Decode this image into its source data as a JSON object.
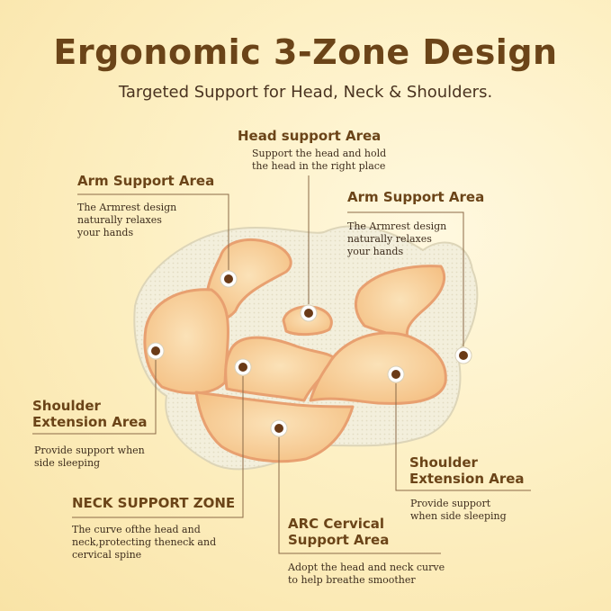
{
  "header": {
    "title": "Ergonomic 3-Zone Design",
    "subtitle": "Targeted Support for Head, Neck & Shoulders."
  },
  "callouts": {
    "head": {
      "title": "Head support Area",
      "lines": [
        "Support the head and hold",
        "the head in the right place"
      ]
    },
    "arm_left": {
      "title": "Arm Support Area",
      "lines": [
        "The Armrest design",
        "naturally relaxes",
        "your hands"
      ]
    },
    "arm_right": {
      "title": "Arm Support Area",
      "lines": [
        "The Armrest design",
        "naturally relaxes",
        "your hands"
      ]
    },
    "shoulder_left": {
      "title_lines": [
        "Shoulder",
        "Extension Area"
      ],
      "lines": [
        "Provide support when",
        "side sleeping"
      ]
    },
    "shoulder_right": {
      "title_lines": [
        "Shoulder",
        "Extension Area"
      ],
      "lines": [
        "Provide support",
        "when side sleeping"
      ]
    },
    "neck": {
      "title": "NECK SUPPORT ZONE",
      "lines": [
        "The curve ofthe head and",
        "neck,protecting theneck and",
        "cervical spine"
      ]
    },
    "arc": {
      "title_lines": [
        "ARC Cervical",
        "Support Area"
      ],
      "lines": [
        "Adopt the head and neck curve",
        "to help breathe smoother"
      ]
    }
  },
  "colors": {
    "title": "#6b4418",
    "text": "#3d2c1c",
    "pillow": "#f3efdc",
    "zone_fill": "#f6c98c",
    "zone_stroke": "#e8a070",
    "dot": "#6a3a17"
  }
}
